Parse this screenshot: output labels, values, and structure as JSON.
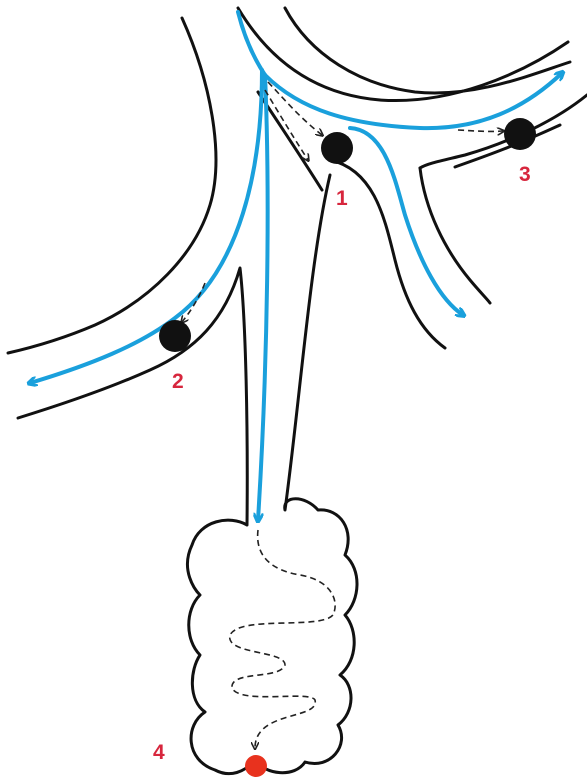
{
  "markers": [
    {
      "id": "1",
      "label": "1"
    },
    {
      "id": "2",
      "label": "2"
    },
    {
      "id": "3",
      "label": "3"
    },
    {
      "id": "4",
      "label": "4"
    }
  ],
  "colors": {
    "wall": "#111111",
    "flow": "#1aa0dc",
    "particle": "#111111",
    "target": "#e8321e",
    "label": "#d7263d",
    "path": "#222222"
  },
  "icons": {
    "particle": "filled-circle",
    "target": "filled-circle",
    "flow": "arrow",
    "trajectory": "dashed-arrow"
  }
}
